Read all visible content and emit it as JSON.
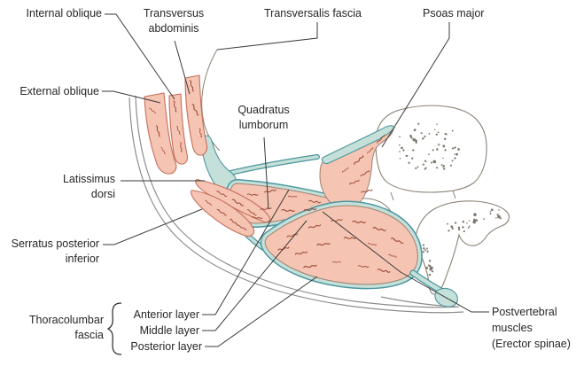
{
  "figure": {
    "type": "anatomical-cross-section-diagram",
    "subject": "Posterior abdominal wall / thoracolumbar fascia transverse section"
  },
  "colors": {
    "background": "#ffffff",
    "muscle_fill": "#f6c4b2",
    "muscle_stroke": "#9b8274",
    "muscle_stroke2": "#c4705c",
    "fascia_fill": "#c4e0d8",
    "fascia_stroke": "#4c96a0",
    "bone_stroke": "#8a8174",
    "stipple": "#7d776b",
    "skin_stroke": "#8d8d8d",
    "fiber_stroke": "#9a4c38",
    "label_color": "#262626",
    "leader_color": "#3a3a3a"
  },
  "labels": {
    "internal_oblique": {
      "text": "Internal oblique"
    },
    "transversus_abdominis": {
      "text": "Transversus\nabdominis"
    },
    "transversalis_fascia": {
      "text": "Transversalis fascia"
    },
    "psoas_major": {
      "text": "Psoas major"
    },
    "external_oblique": {
      "text": "External oblique"
    },
    "latissimus_dorsi": {
      "text": "Latissimus\ndorsi"
    },
    "serratus_posterior_inferior": {
      "text": "Serratus posterior\ninferior"
    },
    "quadratus_lumborum": {
      "text": "Quadratus\nlumborum"
    },
    "thoracolumbar_fascia": {
      "text": "Thoracolumbar\nfascia"
    },
    "anterior_layer": {
      "text": "Anterior layer"
    },
    "middle_layer": {
      "text": "Middle layer"
    },
    "posterior_layer": {
      "text": "Posterior layer"
    },
    "postvertebral_muscles": {
      "text": "Postvertebral\nmuscles\n(Erector spinae)"
    }
  }
}
